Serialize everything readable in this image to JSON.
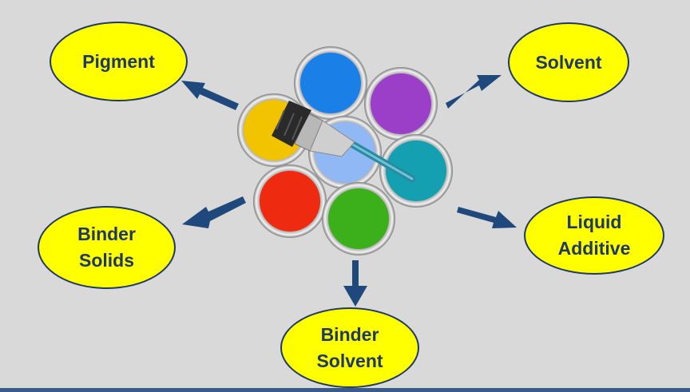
{
  "diagram": {
    "center_image": "paint-cans-with-brush",
    "nodes": [
      {
        "id": "pigment",
        "label": "Pigment"
      },
      {
        "id": "solvent",
        "label": "Solvent"
      },
      {
        "id": "binder-solids",
        "label": "Binder\nSolids"
      },
      {
        "id": "liquid-additive",
        "label": "Liquid\nAdditive"
      },
      {
        "id": "binder-solvent",
        "label": "Binder\nSolvent"
      }
    ],
    "colors": {
      "background": "#d9d9d9",
      "node_fill": "#ffff00",
      "node_border": "#1f3864",
      "node_text": "#1f3864",
      "arrow": "#1f497d",
      "paint": [
        "#1a7fe6",
        "#9b3fc8",
        "#f2c400",
        "#8fb8f5",
        "#14a0b0",
        "#ee2a10",
        "#3cb01a"
      ]
    }
  }
}
